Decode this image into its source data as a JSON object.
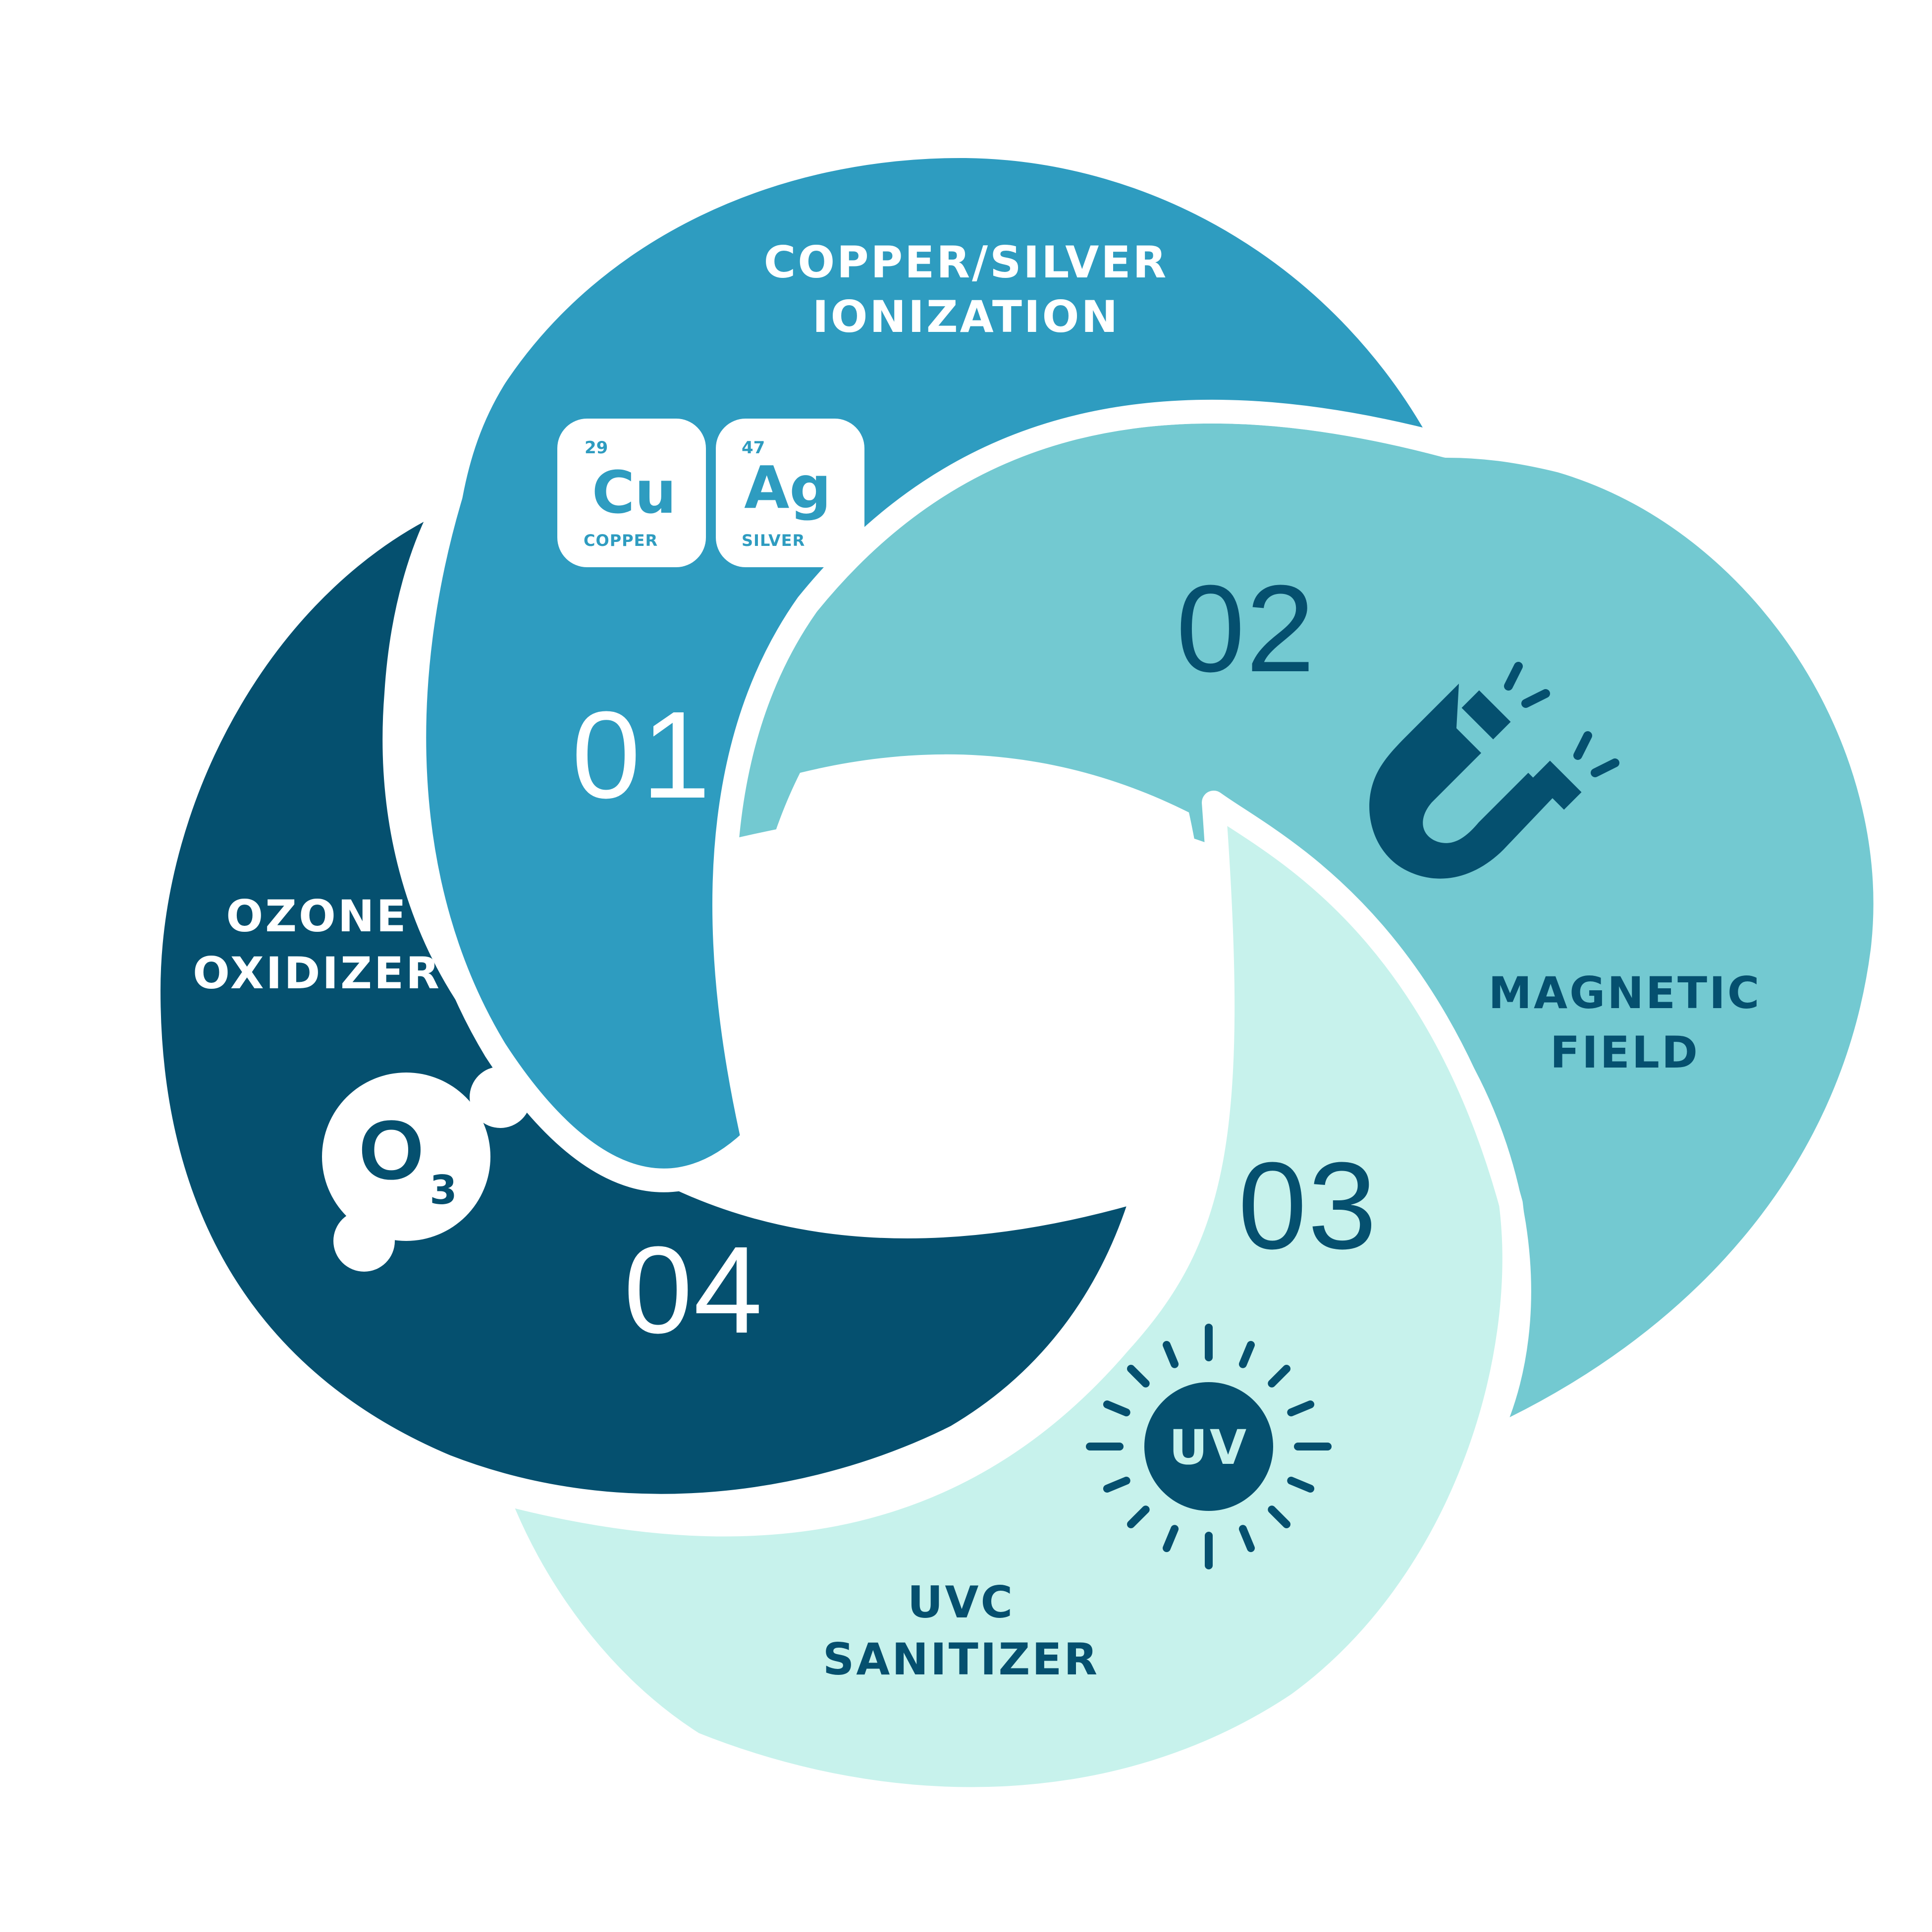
{
  "colors": {
    "step1": "#2e9cc0",
    "step2": "#73c9d1",
    "step3": "#c7f2ec",
    "step4": "#05506f",
    "white": "#ffffff",
    "dark": "#0a4a66"
  },
  "steps": [
    {
      "number": "01",
      "title_line1": "COPPER/SILVER",
      "title_line2": "IONIZATION",
      "icon": "periodic-elements-icon"
    },
    {
      "number": "02",
      "title_line1": "MAGNETIC",
      "title_line2": "FIELD",
      "icon": "magnet-icon"
    },
    {
      "number": "03",
      "title_line1": "UVC",
      "title_line2": "SANITIZER",
      "icon": "uv-sun-icon"
    },
    {
      "number": "04",
      "title_line1": "OZONE",
      "title_line2": "OXIDIZER",
      "icon": "ozone-molecule-icon"
    }
  ],
  "elements": [
    {
      "number": "29",
      "symbol": "Cu",
      "name": "COPPER"
    },
    {
      "number": "47",
      "symbol": "Ag",
      "name": "SILVER"
    }
  ],
  "uv_label": "UV",
  "ozone_formula": {
    "main": "O",
    "sub": "3"
  }
}
